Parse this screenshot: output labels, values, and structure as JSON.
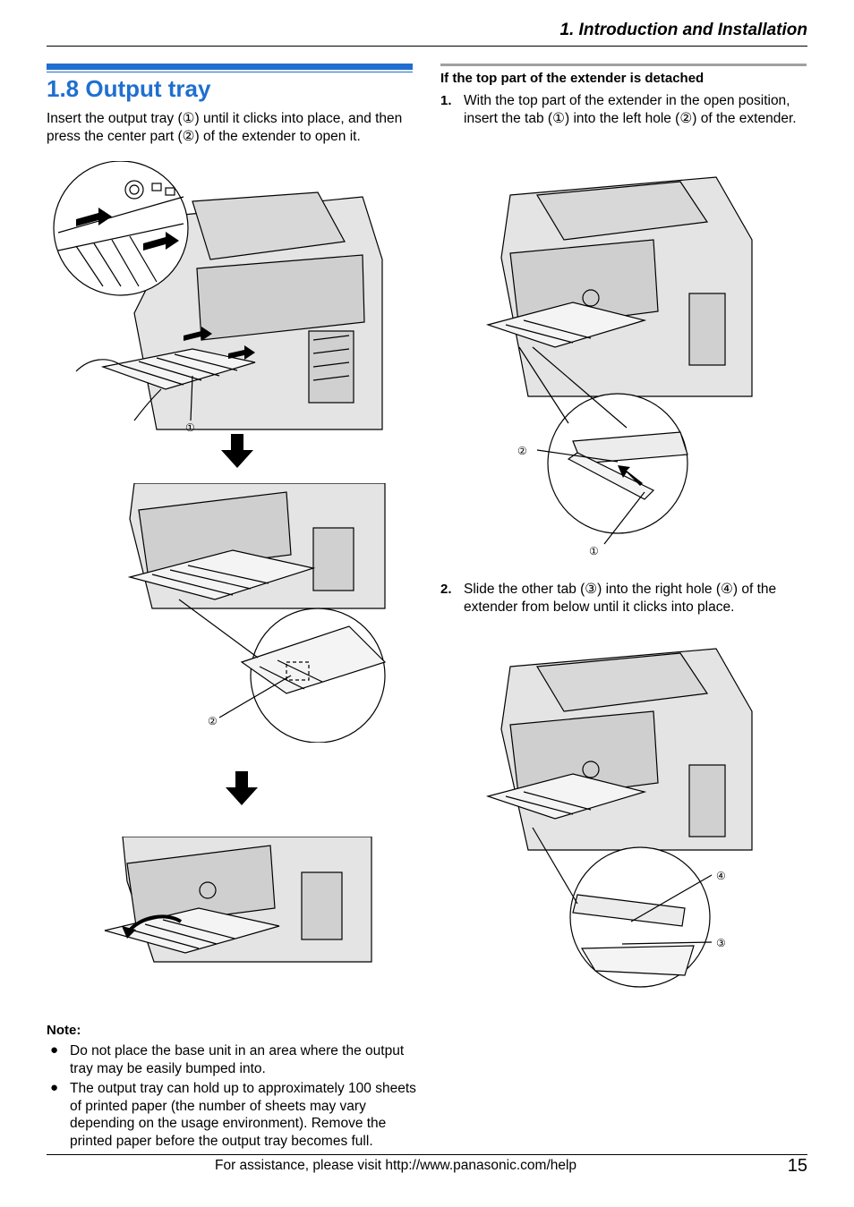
{
  "header": {
    "chapter_title": "1. Introduction and Installation"
  },
  "section": {
    "title": "1.8 Output tray",
    "intro": "Insert the output tray (①) until it clicks into place, and then press the center part (②) of the extender to open it."
  },
  "subsection": {
    "title": "If the top part of the extender is detached",
    "steps": [
      {
        "num": "1.",
        "text": "With the top part of the extender in the open position, insert the tab (①) into the left hole (②) of the extender."
      },
      {
        "num": "2.",
        "text": "Slide the other tab (③) into the right hole (④) of the extender from below until it clicks into place."
      }
    ]
  },
  "figures": {
    "fig1_callout": "①",
    "fig2_callout": "②",
    "fig4_callouts": [
      "②",
      "①"
    ],
    "fig5_callouts": [
      "④",
      "③"
    ]
  },
  "note": {
    "title": "Note:",
    "items": [
      "Do not place the base unit in an area where the output tray may be easily bumped into.",
      "The output tray can hold up to approximately 100 sheets of printed paper (the number of sheets may vary depending on the usage environment). Remove the printed paper before the output tray becomes full."
    ]
  },
  "footer": {
    "help_text": "For assistance, please visit http://www.panasonic.com/help",
    "page_number": "15"
  }
}
